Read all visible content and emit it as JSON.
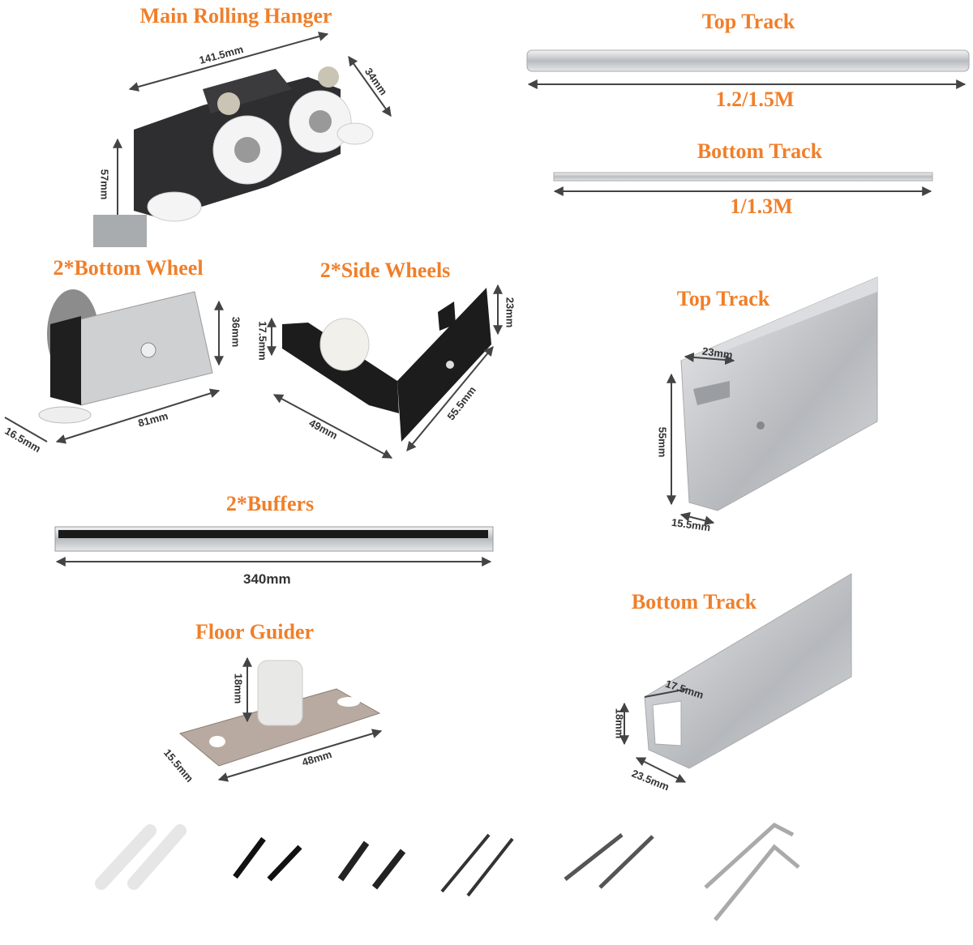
{
  "colors": {
    "title": "#f07f2a",
    "dimension_text": "#333333"
  },
  "main_hanger": {
    "title": "Main Rolling Hanger",
    "length": "141.5mm",
    "depth": "34mm",
    "height": "57mm"
  },
  "top_track_rail": {
    "title": "Top Track",
    "length": "1.2/1.5M"
  },
  "bottom_track_rail": {
    "title": "Bottom Track",
    "length": "1/1.3M"
  },
  "bottom_wheel": {
    "title": "2*Bottom Wheel",
    "height": "36mm",
    "length": "81mm",
    "width": "16.5mm"
  },
  "side_wheels": {
    "title": "2*Side Wheels",
    "height": "23mm",
    "wheel": "17.5mm",
    "width": "49mm",
    "length": "55.5mm"
  },
  "top_track_profile": {
    "title": "Top Track",
    "width": "23mm",
    "height": "55mm",
    "base": "15.5mm"
  },
  "buffers": {
    "title": "2*Buffers",
    "length": "340mm"
  },
  "bottom_track_profile": {
    "title": "Bottom Track",
    "width": "17.5mm",
    "height": "18mm",
    "base": "23.5mm"
  },
  "floor_guider": {
    "title": "Floor Guider",
    "height": "18mm",
    "length": "48mm",
    "width": "15.5mm"
  },
  "accessories": [
    "wall-anchors",
    "black-screws-large",
    "black-screws-small",
    "long-screws",
    "wood-screws",
    "allen-keys"
  ]
}
